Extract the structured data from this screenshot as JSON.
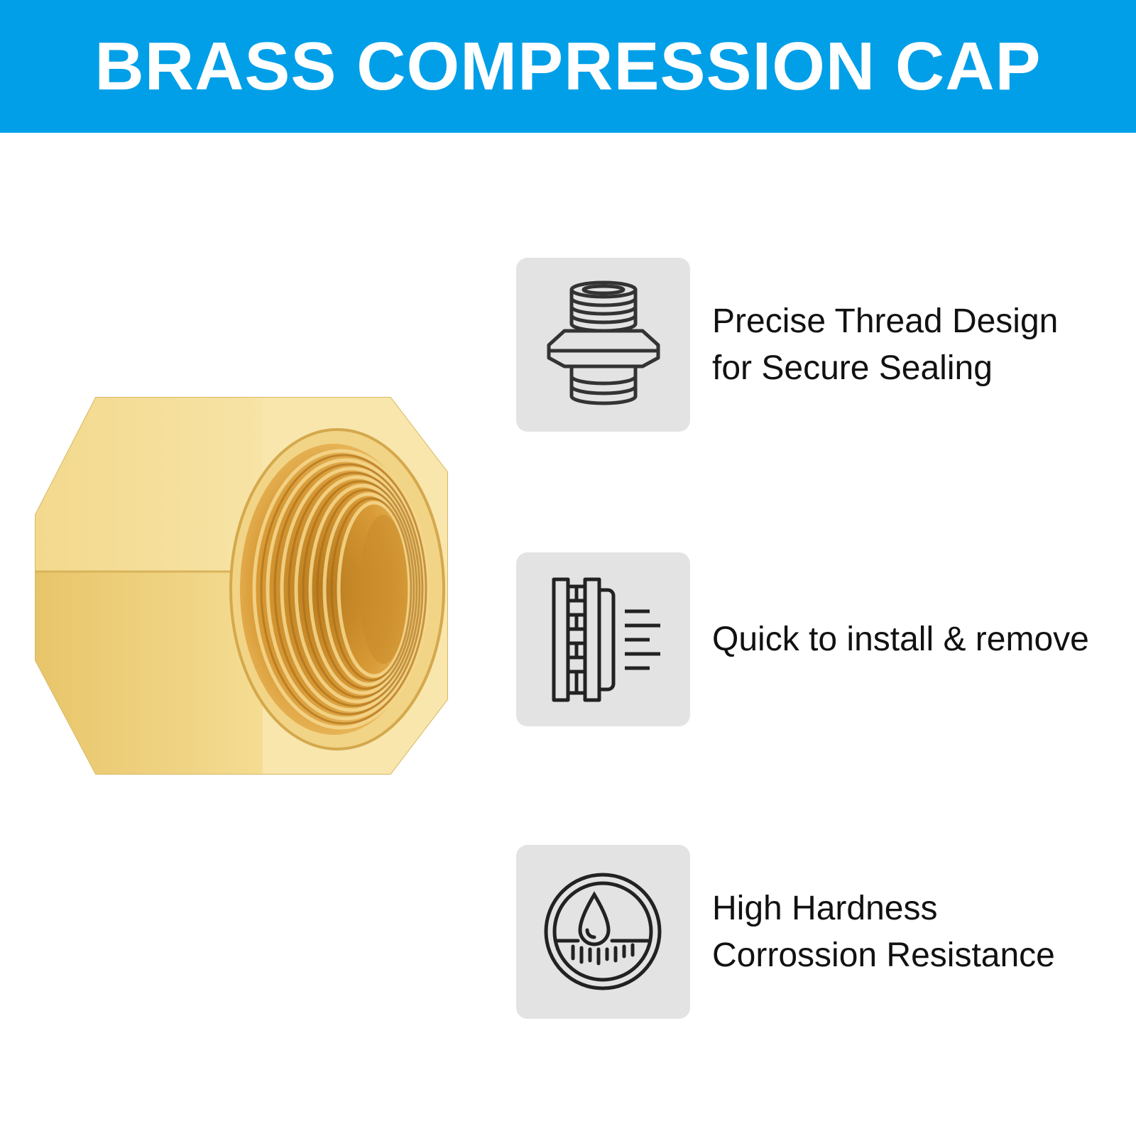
{
  "banner": {
    "title": "BRASS COMPRESSION CAP",
    "color": "#009fe8"
  },
  "product": {
    "icon": "brass-hex-cap",
    "color": "#f0d47f"
  },
  "features": [
    {
      "icon": "threaded-fitting-icon",
      "line1": "Precise Thread Design",
      "line2": "for Secure Sealing"
    },
    {
      "icon": "quick-install-icon",
      "line1": "Quick to install & remove"
    },
    {
      "icon": "corrosion-resistance-icon",
      "line1": "High Hardness",
      "line2": "Corrossion Resistance"
    }
  ],
  "icon_box_color": "#e3e3e3"
}
